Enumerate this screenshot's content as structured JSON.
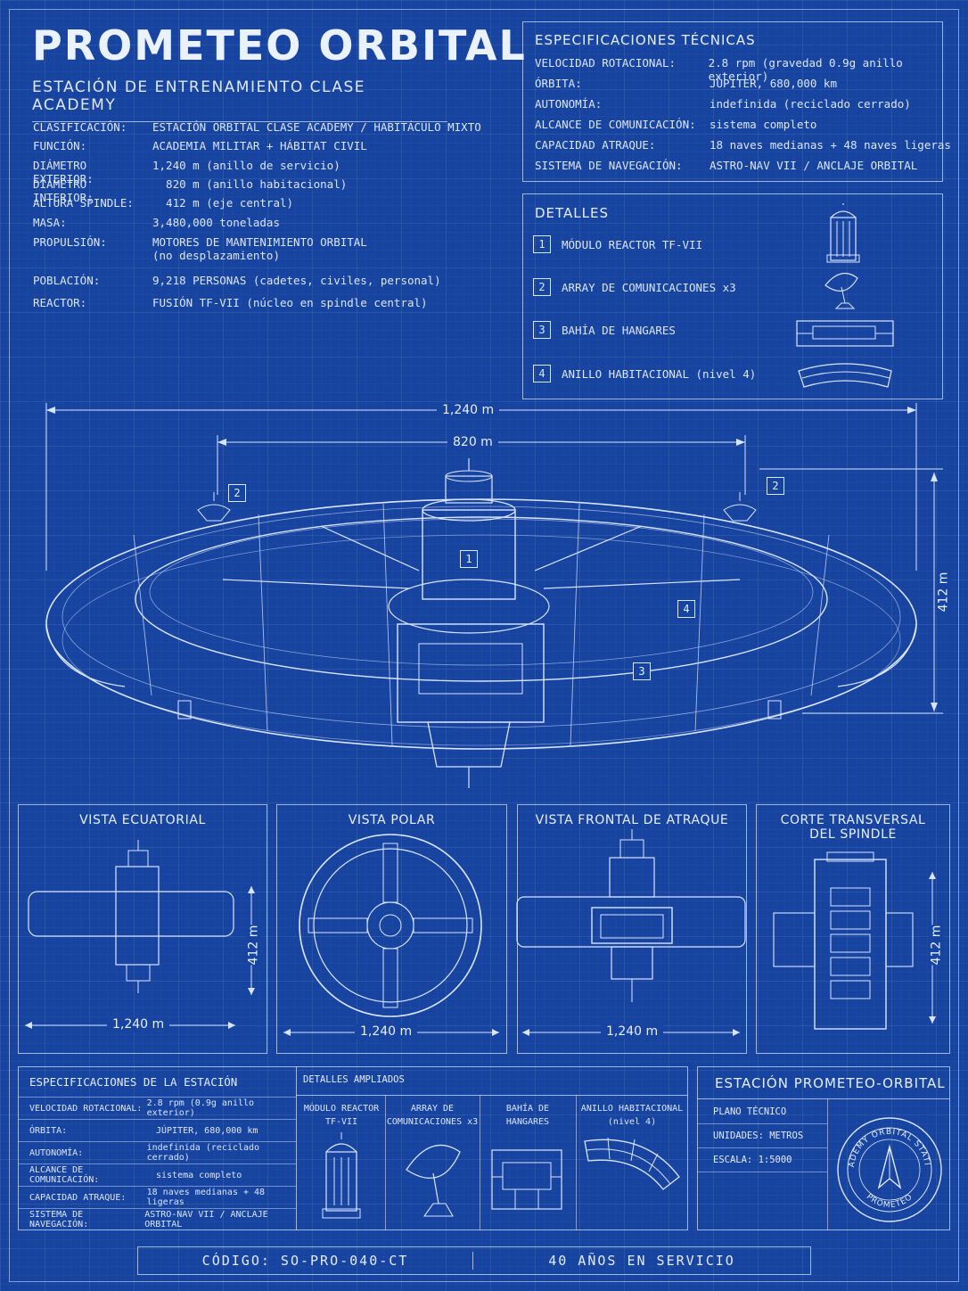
{
  "header": {
    "title": "PROMETEO ORBITAL",
    "subtitle": "ESTACIÓN DE ENTRENAMIENTO CLASE ACADEMY"
  },
  "specs": [
    {
      "k": "CLASIFICACIÓN:",
      "v": "ESTACIÓN ORBITAL CLASE ACADEMY / HABITÁCULO MIXTO"
    },
    {
      "k": "FUNCIÓN:",
      "v": "ACADEMIA MILITAR + HÁBITAT CIVIL"
    },
    {
      "k": "DIÁMETRO EXTERIOR:",
      "v": "1,240 m (anillo de servicio)"
    },
    {
      "k": "DIÁMETRO INTERIOR:",
      "v": "  820 m (anillo habitacional)"
    },
    {
      "k": "ALTURA SPINDLE:",
      "v": "  412 m (eje central)"
    },
    {
      "k": "MASA:",
      "v": "3,480,000 toneladas"
    },
    {
      "k": "PROPULSIÓN:",
      "v": "MOTORES DE MANTENIMIENTO ORBITAL",
      "v2": "(no desplazamiento)"
    },
    {
      "k": "POBLACIÓN:",
      "v": "9,218 PERSONAS (cadetes, civiles, personal)"
    },
    {
      "k": "REACTOR:",
      "v": "FUSIÓN TF-VII (núcleo en spindle central)"
    }
  ],
  "tech": {
    "title": "ESPECIFICACIONES TÉCNICAS",
    "rows": [
      {
        "k": "VELOCIDAD ROTACIONAL:",
        "v": "2.8 rpm (gravedad 0.9g anillo exterior)"
      },
      {
        "k": "ÓRBITA:",
        "v": "JÚPITER, 680,000 km"
      },
      {
        "k": "AUTONOMÍA:",
        "v": "indefinida (reciclado cerrado)"
      },
      {
        "k": "ALCANCE DE COMUNICACIÓN:",
        "v": "sistema completo"
      },
      {
        "k": "CAPACIDAD ATRAQUE:",
        "v": "18 naves medianas + 48 naves ligeras"
      },
      {
        "k": "SISTEMA DE NAVEGACIÓN:",
        "v": "ASTRO-NAV VII / ANCLAJE ORBITAL"
      }
    ]
  },
  "details": {
    "title": "DETALLES",
    "items": [
      {
        "n": "1",
        "label": "MÓDULO REACTOR TF-VII",
        "icon": "reactor-icon"
      },
      {
        "n": "2",
        "label": "ARRAY DE COMUNICACIONES x3",
        "icon": "antenna-icon"
      },
      {
        "n": "3",
        "label": "BAHÍA DE HANGARES",
        "icon": "hangar-icon"
      },
      {
        "n": "4",
        "label": "ANILLO HABITACIONAL (nivel 4)",
        "icon": "ring-segment-icon"
      }
    ]
  },
  "main_view": {
    "dim_outer": "1,240 m",
    "dim_inner": "820 m",
    "dim_height": "412 m",
    "tags": [
      "1",
      "2",
      "2",
      "3",
      "4"
    ]
  },
  "views": [
    {
      "title": "VISTA ECUATORIAL",
      "dim_w": "1,240 m",
      "dim_h": "412 m"
    },
    {
      "title": "VISTA POLAR",
      "dim_w": "1,240 m"
    },
    {
      "title": "VISTA FRONTAL DE ATRAQUE",
      "dim_w": "1,240 m"
    },
    {
      "title": "CORTE TRANSVERSAL",
      "title2": "DEL SPINDLE",
      "dim_h": "412 m"
    }
  ],
  "station_specs": {
    "title": "ESPECIFICACIONES DE LA ESTACIÓN",
    "rows": [
      {
        "k": "VELOCIDAD ROTACIONAL:",
        "v": "2.8 rpm (0.9g anillo exterior)"
      },
      {
        "k": "ÓRBITA:",
        "v": "JÚPITER, 680,000 km"
      },
      {
        "k": "AUTONOMÍA:",
        "v": "indefinida (reciclado cerrado)"
      },
      {
        "k": "ALCANCE DE COMUNICACIÓN:",
        "v": "sistema completo"
      },
      {
        "k": "CAPACIDAD ATRAQUE:",
        "v": "18 naves medianas + 48 ligeras"
      },
      {
        "k": "SISTEMA DE NAVEGACIÓN:",
        "v": "ASTRO-NAV VII / ANCLAJE ORBITAL"
      }
    ]
  },
  "enlarged": {
    "title": "DETALLES AMPLIADOS",
    "cells": [
      {
        "l1": "MÓDULO REACTOR",
        "l2": "TF-VII"
      },
      {
        "l1": "ARRAY DE",
        "l2": "COMUNICACIONES x3"
      },
      {
        "l1": "BAHÍA DE",
        "l2": "HANGARES"
      },
      {
        "l1": "ANILLO HABITACIONAL",
        "l2": "(nivel 4)"
      }
    ]
  },
  "titleblock": {
    "title": "ESTACIÓN PROMETEO-ORBITAL",
    "rows": [
      "PLANO TÉCNICO",
      "UNIDADES: METROS",
      "ESCALA: 1:5000"
    ],
    "seal_top": "ACADEMY ORBITAL STATION",
    "seal_bottom": "PROMETEO"
  },
  "footer": {
    "code": "CÓDIGO:  SO-PRO-040-CT",
    "years": "40 AÑOS  EN SERVICIO"
  },
  "colors": {
    "background": "#1744a0",
    "lines": "#d9e5ff"
  }
}
